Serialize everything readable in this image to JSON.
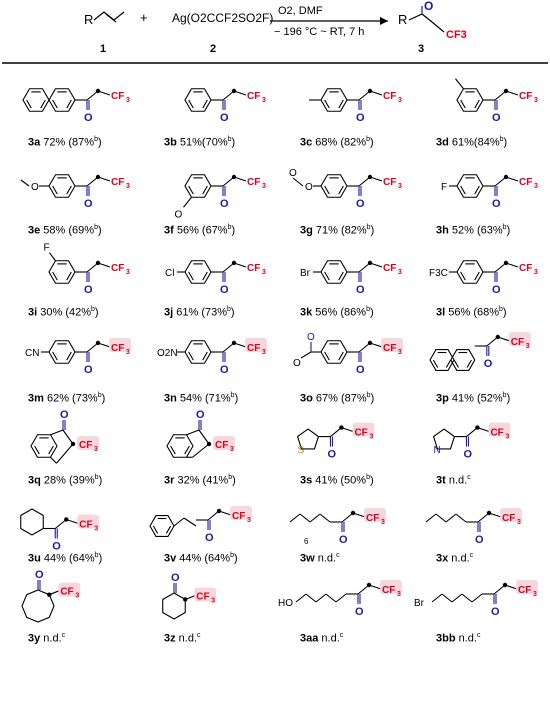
{
  "scheme": {
    "reactant1": {
      "label": "1",
      "atom": "R"
    },
    "plus": "+",
    "reagent2": {
      "formula": "Ag(O2CCF2SO2F)",
      "label": "2"
    },
    "conditions_top": "O2, DMF",
    "conditions_bottom": "− 196 °C ~ RT, 7 h",
    "product3": {
      "label": "3",
      "atom_r": "R",
      "atom_o": "O",
      "group": "CF3"
    }
  },
  "colors": {
    "oxygen": "#1a1aa6",
    "cf3": "#e0001a",
    "highlight": "#f7d7de"
  },
  "entries": [
    {
      "id": "3a",
      "text": " 72%  (87%",
      "sup": "b",
      "end": ")"
    },
    {
      "id": "3b",
      "text": " 51%(70%",
      "sup": "b",
      "end": ")"
    },
    {
      "id": "3c",
      "text": "  68%  (82%",
      "sup": "b",
      "end": ")"
    },
    {
      "id": "3d",
      "text": "  61%(84%",
      "sup": "b",
      "end": ")"
    },
    {
      "id": "3e",
      "text": " 58% (69%",
      "sup": "b",
      "end": ")"
    },
    {
      "id": "3f",
      "text": " 56% (67%",
      "sup": "b",
      "end": ")"
    },
    {
      "id": "3g",
      "text": " 71%  (82%",
      "sup": "b",
      "end": ")"
    },
    {
      "id": "3h",
      "text": " 52% (63%",
      "sup": "b",
      "end": ")"
    },
    {
      "id": "3i",
      "text": " 30% (42%",
      "sup": "b",
      "end": ")"
    },
    {
      "id": "3j",
      "text": " 61% (73%",
      "sup": "b",
      "end": ")"
    },
    {
      "id": "3k",
      "text": " 56% (86%",
      "sup": "b",
      "end": ")"
    },
    {
      "id": "3l",
      "text": " 56% (68%",
      "sup": "b",
      "end": ")"
    },
    {
      "id": "3m",
      "text": " 62% (73%",
      "sup": "b",
      "end": ")"
    },
    {
      "id": "3n",
      "text": " 54% (71%",
      "sup": "b",
      "end": ")"
    },
    {
      "id": "3o",
      "text": " 67% (87%",
      "sup": "b",
      "end": ")"
    },
    {
      "id": "3p",
      "text": " 41% (52%",
      "sup": "b",
      "end": ")"
    },
    {
      "id": "3q",
      "text": " 28% (39%",
      "sup": "b",
      "end": ")"
    },
    {
      "id": "3r",
      "text": " 32% (41%",
      "sup": "b",
      "end": ")"
    },
    {
      "id": "3s",
      "text": "  41% (50%",
      "sup": "b",
      "end": ")"
    },
    {
      "id": "3t",
      "text": "  n.d.",
      "sup": "c",
      "end": ""
    },
    {
      "id": "3u",
      "text": "  44% (64%",
      "sup": "b",
      "end": ")"
    },
    {
      "id": "3v",
      "text": "  44% (64%",
      "sup": "b",
      "end": ")"
    },
    {
      "id": "3w",
      "text": "  n.d.",
      "sup": "c",
      "end": ""
    },
    {
      "id": "3x",
      "text": "  n.d.",
      "sup": "c",
      "end": ""
    },
    {
      "id": "3y",
      "text": "  n.d.",
      "sup": "c",
      "end": ""
    },
    {
      "id": "3z",
      "text": "  n.d.",
      "sup": "c",
      "end": ""
    },
    {
      "id": "3aa",
      "text": "  n.d.",
      "sup": "c",
      "end": ""
    },
    {
      "id": "3bb",
      "text": "  n.d.",
      "sup": "c",
      "end": ""
    }
  ],
  "substituents": {
    "methoxy": "O",
    "acetoxy_o": "O",
    "fluoro": "F",
    "chloro": "Cl",
    "bromo": "Br",
    "cf3_aryl": "F3C",
    "cyano": "CN",
    "nitro": "O2N",
    "ester_o": "O",
    "ring_o": "O",
    "thiophene_s": "S",
    "pyridine_n": "N",
    "chain_n": "6",
    "hydroxy": "HO",
    "bromo_alkyl": "Br"
  }
}
